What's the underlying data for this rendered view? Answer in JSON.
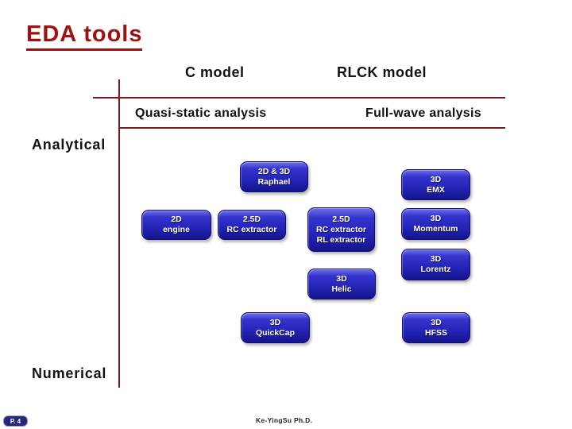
{
  "slide": {
    "title": "EDA tools",
    "page_badge": "P. 4",
    "footer_credit": "Ke-YingSu Ph.D."
  },
  "headers": {
    "model_row": [
      "C model",
      "RLCK model"
    ],
    "analysis_row": [
      "Quasi-static analysis",
      "Full-wave analysis"
    ],
    "method_rows": [
      "Analytical",
      "Numerical"
    ]
  },
  "tools": [
    {
      "id": "raphael",
      "lines": [
        "2D & 3D",
        "Raphael"
      ]
    },
    {
      "id": "emx",
      "lines": [
        "3D",
        "EMX"
      ]
    },
    {
      "id": "2d-engine",
      "lines": [
        "2D",
        "engine"
      ]
    },
    {
      "id": "25d-rc-extractor",
      "lines": [
        "2.5D",
        "RC extractor"
      ]
    },
    {
      "id": "25d-rc-rl-extractor",
      "lines": [
        "2.5D",
        "RC extractor",
        "RL extractor"
      ]
    },
    {
      "id": "momentum",
      "lines": [
        "3D",
        "Momentum"
      ]
    },
    {
      "id": "lorentz",
      "lines": [
        "3D",
        "Lorentz"
      ]
    },
    {
      "id": "helic",
      "lines": [
        "3D",
        "Helic"
      ]
    },
    {
      "id": "quickcap",
      "lines": [
        "3D",
        "QuickCap"
      ]
    },
    {
      "id": "hfss",
      "lines": [
        "3D",
        "HFSS"
      ]
    }
  ],
  "colors": {
    "title_red": "#A01212",
    "line_maroon": "#7A1A1A",
    "box_blue_main": "#2424B8",
    "box_border_navy": "#10106B",
    "box_text": "#FFFFFF",
    "badge_navy": "#26267A"
  }
}
